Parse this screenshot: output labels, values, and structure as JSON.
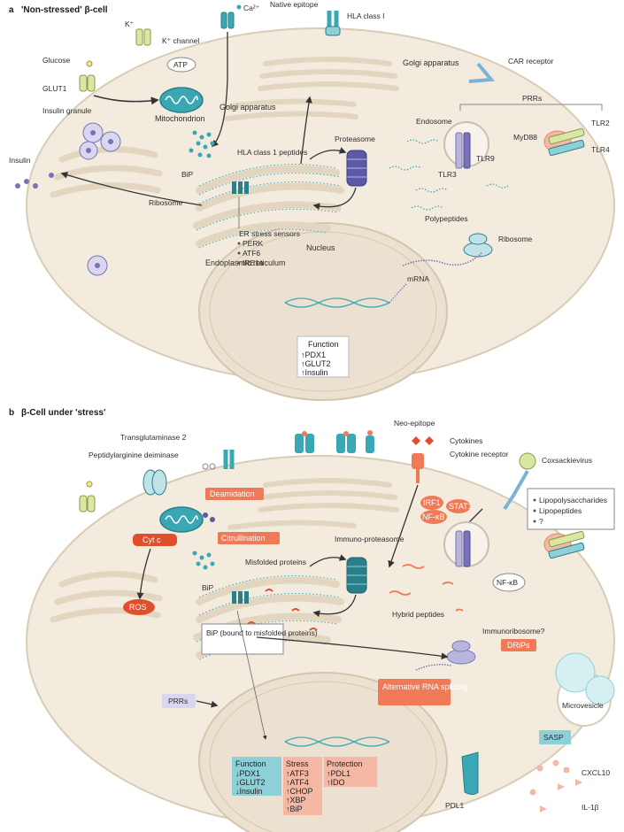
{
  "panel_a": {
    "letter": "a",
    "title": "'Non-stressed' β-cell",
    "labels": {
      "native_epitope": "Native epitope",
      "hla_class_i": "HLA class I",
      "ca": "Ca²⁺",
      "k": "K⁺",
      "k_channel": "K⁺ channel",
      "glucose": "Glucose",
      "glut1": "GLUT1",
      "atp": "ATP",
      "golgi1": "Golgi apparatus",
      "golgi2": "Golgi apparatus",
      "car_receptor": "CAR receptor",
      "prrs": "PRRs",
      "insulin_granule": "Insulin granule",
      "mitochondrion": "Mitochondrion",
      "endosome": "Endosome",
      "myd88": "MyD88",
      "tlr2": "TLR2",
      "tlr4": "TLR4",
      "tlr9": "TLR9",
      "tlr3": "TLR3",
      "proteasome": "Proteasome",
      "hla_peptides": "HLA class 1 peptides",
      "insulin": "Insulin",
      "bip": "BiP",
      "ribosome_left": "Ribosome",
      "polypeptides": "Polypeptides",
      "ribosome_right": "Ribosome",
      "nucleus": "Nucleus",
      "er_stress_sensors": "ER stress sensors",
      "perk": "PERK",
      "atf6": "ATF6",
      "ire1a": "IRE1a",
      "er": "Endoplasmic reticulum",
      "mrna": "mRNA",
      "function_title": "Function",
      "function_items": [
        "↑PDX1",
        "↑GLUT2",
        "↑Insulin"
      ]
    }
  },
  "panel_b": {
    "letter": "b",
    "title": "β-Cell under 'stress'",
    "labels": {
      "transglutaminase": "Transglutaminase 2",
      "peptidylarginine": "Peptidylarginine deiminase",
      "neo_epitope": "Neo-epitope",
      "cytokines": "Cytokines",
      "cytokine_receptor": "Cytokine receptor",
      "coxsackievirus": "Coxsackievirus",
      "deamidation": "Deamidation",
      "citrullination": "Citrullination",
      "lps_list": [
        "Lipopolysaccharides",
        "Lipopeptides",
        "?"
      ],
      "irf1": "IRF1",
      "stat1": "STAT1",
      "nfkb_nuc": "NF-κB",
      "cytc": "Cyt c",
      "immunoproteasome": "Immuno-proteasome",
      "misfolded": "Misfolded proteins",
      "nfkb": "NF-κB",
      "ros": "ROS",
      "bip": "BiP",
      "hybrid": "Hybrid peptides",
      "bip_bound": "BiP (bound to misfolded proteins)",
      "immunoribosome": "Immunoribosome?",
      "drips": "DRiPs",
      "prrs": "PRRs",
      "alt_splicing": "Alternative RNA splicing",
      "microvesicle": "Microvesicle",
      "sasp": "SASP",
      "cxcl10": "CXCL10",
      "il1b": "IL-1β",
      "pdl1": "PDL1",
      "function_title": "Function",
      "function_items": [
        "↓PDX1",
        "↓GLUT2",
        "↓Insulin"
      ],
      "stress_title": "Stress",
      "stress_items": [
        "↑ATF3",
        "↑ATF4",
        "↑CHOP",
        "↑XBP",
        "↑BiP"
      ],
      "protection_title": "Protection",
      "protection_items": [
        "↑PDL1",
        "↑IDO"
      ]
    }
  },
  "colors": {
    "cell_fill": "#f3ebde",
    "cell_stroke": "#d9ccb6",
    "nucleus_fill": "#ece1d0",
    "er_fill": "#e6dccb",
    "teal": "#3aa8b4",
    "teal_dark": "#2a7f8a",
    "lavender": "#b9b6dd",
    "purple": "#7a72b8",
    "orange": "#f07a57",
    "red_orange": "#e04e2a",
    "salmon_box": "#f5b8a4",
    "blue_box": "#8ed0d8",
    "lilac_box": "#d9d7f0"
  }
}
